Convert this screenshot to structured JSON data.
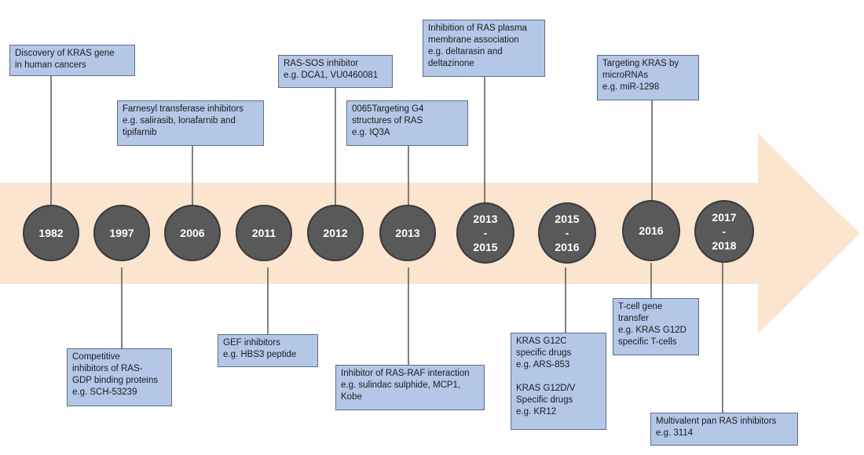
{
  "colors": {
    "arrow": "#fbe5cf",
    "node": "#595959",
    "box": "#b4c7e7",
    "connector": "#555555"
  },
  "nodes": [
    {
      "label": "1982"
    },
    {
      "label": "1997"
    },
    {
      "label": "2006"
    },
    {
      "label": "2011"
    },
    {
      "label": "2012"
    },
    {
      "label": "2013"
    },
    {
      "label": "2013\n-\n2015"
    },
    {
      "label": "2015\n-\n2016"
    },
    {
      "label": "2016"
    },
    {
      "label": "2017\n-\n2018"
    }
  ],
  "top_boxes": [
    {
      "text": "Discovery of KRAS gene\nin human cancers"
    },
    {
      "text": "Farnesyl transferase inhibitors\ne.g. salirasib, lonafarnib and\ntipifarnib"
    },
    {
      "text": "RAS-SOS inhibitor\ne.g. DCA1, VU0460081"
    },
    {
      "text": "0065Targeting G4\nstructures of RAS\ne.g. IQ3A"
    },
    {
      "text": "Inhibition of RAS plasma\nmembrane association\ne.g. deltarasin and\ndeltazinone"
    },
    {
      "text": "Targeting KRAS by\nmicroRNAs\ne.g. miR-1298"
    }
  ],
  "bottom_boxes": [
    {
      "text": "Competitive\ninhibitors of RAS-\nGDP binding proteins\ne.g. SCH-53239"
    },
    {
      "text": "GEF inhibitors\ne.g. HBS3 peptide"
    },
    {
      "text": "Inhibitor of RAS-RAF interaction\ne.g. sulindac sulphide, MCP1,\nKobe"
    },
    {
      "text": "KRAS G12C\nspecific drugs\ne.g. ARS-853\n\nKRAS G12D/V\nSpecific drugs\ne.g. KR12"
    },
    {
      "text": "T-cell gene\ntransfer\ne.g. KRAS G12D\nspecific T-cells"
    },
    {
      "text": "Multivalent pan RAS inhibitors\ne.g. 3114"
    }
  ]
}
